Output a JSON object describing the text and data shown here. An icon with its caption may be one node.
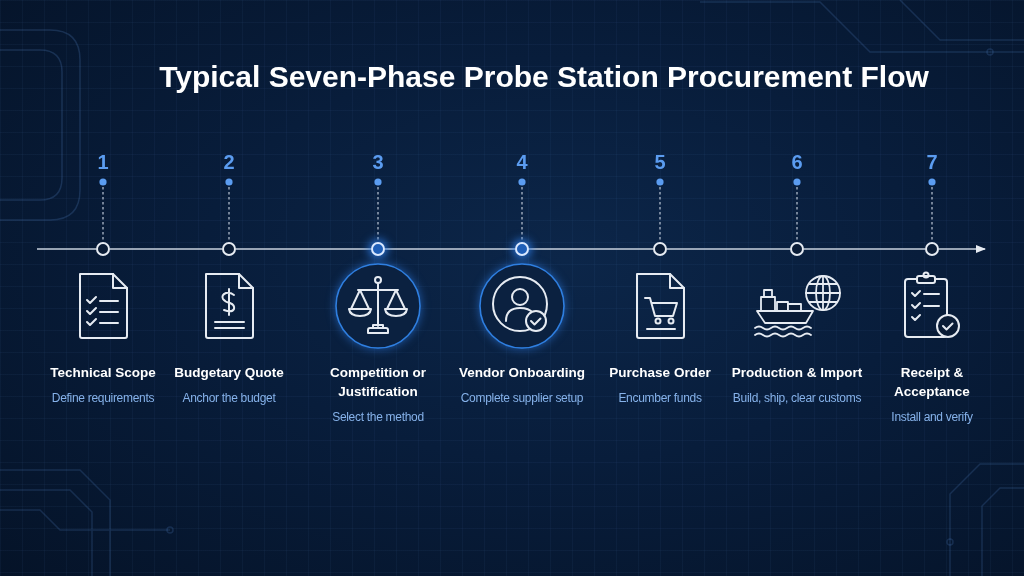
{
  "diagram": {
    "title": "Typical Seven-Phase Probe Station Procurement Flow",
    "nodes": [
      {
        "text": [
          "1"
        ]
      },
      {
        "text": [],
        "shape": "circle"
      },
      {
        "text": [
          "Technical Scope",
          "Define requirements"
        ]
      },
      {
        "text": [
          "2"
        ]
      },
      {
        "text": [],
        "shape": "circle"
      },
      {
        "text": [
          "Budgetary Quote",
          "Anchor the budget"
        ]
      },
      {
        "text": [
          "3"
        ]
      },
      {
        "text": [],
        "shape": "circle"
      },
      {
        "text": [
          "Competition or Justification",
          "Select the method"
        ]
      },
      {
        "text": [
          "4"
        ]
      },
      {
        "text": [],
        "shape": "circle"
      },
      {
        "text": [
          "Vendor Onboarding",
          "Complete supplier setup"
        ]
      },
      {
        "text": [
          "5"
        ]
      },
      {
        "text": [],
        "shape": "circle"
      },
      {
        "text": [
          "Purchase Order",
          "Encumber funds"
        ]
      },
      {
        "text": [
          "6"
        ]
      },
      {
        "text": [],
        "shape": "circle"
      },
      {
        "text": [
          "Production & Import",
          "Build, ship, clear customs"
        ]
      },
      {
        "text": [
          "7"
        ]
      },
      {
        "text": [],
        "shape": "circle"
      },
      {
        "text": [
          "Receipt & Acceptance",
          "Install and verify"
        ]
      }
    ],
    "edges": [
      {
        "from": 0,
        "to": 1,
        "arrow": "other",
        "style": "dashed"
      },
      {
        "from": 3,
        "to": 4,
        "arrow": "other",
        "style": "dashed"
      },
      {
        "from": 6,
        "to": 7,
        "arrow": "other",
        "style": "dashed"
      },
      {
        "from": 9,
        "to": 10,
        "arrow": "other",
        "style": "dashed"
      },
      {
        "from": 12,
        "to": 13,
        "arrow": "other",
        "style": "dashed"
      },
      {
        "from": 15,
        "to": 16,
        "arrow": "other",
        "style": "dashed"
      },
      {
        "from": 18,
        "to": 19,
        "arrow": "other",
        "style": "dashed"
      },
      {
        "from": null,
        "to": 1,
        "arrow": "none"
      },
      {
        "from": 1,
        "to": 4,
        "arrow": "none"
      },
      {
        "from": 4,
        "to": 7,
        "arrow": "none"
      },
      {
        "from": 7,
        "to": 10,
        "arrow": "none"
      },
      {
        "from": 10,
        "to": 13,
        "arrow": "none"
      },
      {
        "from": 13,
        "to": 16,
        "arrow": "none"
      },
      {
        "from": 16,
        "to": 19,
        "arrow": "none"
      },
      {
        "from": 19,
        "to": null,
        "arrow": "to"
      }
    ]
  }
}
